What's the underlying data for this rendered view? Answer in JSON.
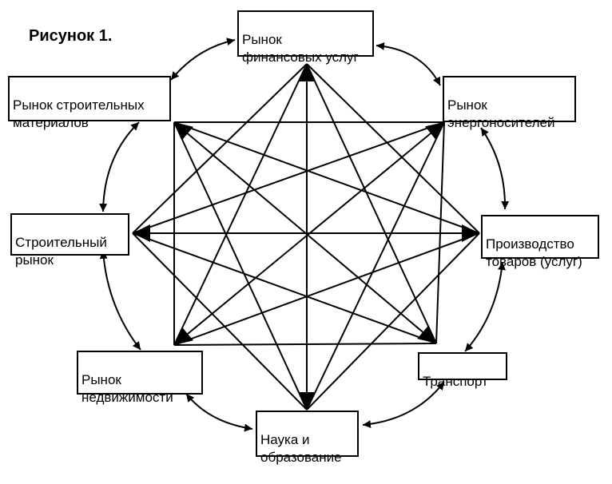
{
  "figure": {
    "title": "Рисунок 1."
  },
  "nodes": [
    {
      "id": "finance",
      "label": "Рынок\nфинансовых услуг"
    },
    {
      "id": "energy",
      "label": "Рынок\nэнергоносителей"
    },
    {
      "id": "production",
      "label": "Производство\nтоваров (услуг)"
    },
    {
      "id": "transport",
      "label": "Транспорт"
    },
    {
      "id": "science",
      "label": "Наука и\nобразование"
    },
    {
      "id": "realestate",
      "label": "Рынок\nнедвижимости"
    },
    {
      "id": "construction",
      "label": "Строительный\nрынок"
    },
    {
      "id": "materials",
      "label": "Рынок строительных\nматериалов"
    }
  ]
}
